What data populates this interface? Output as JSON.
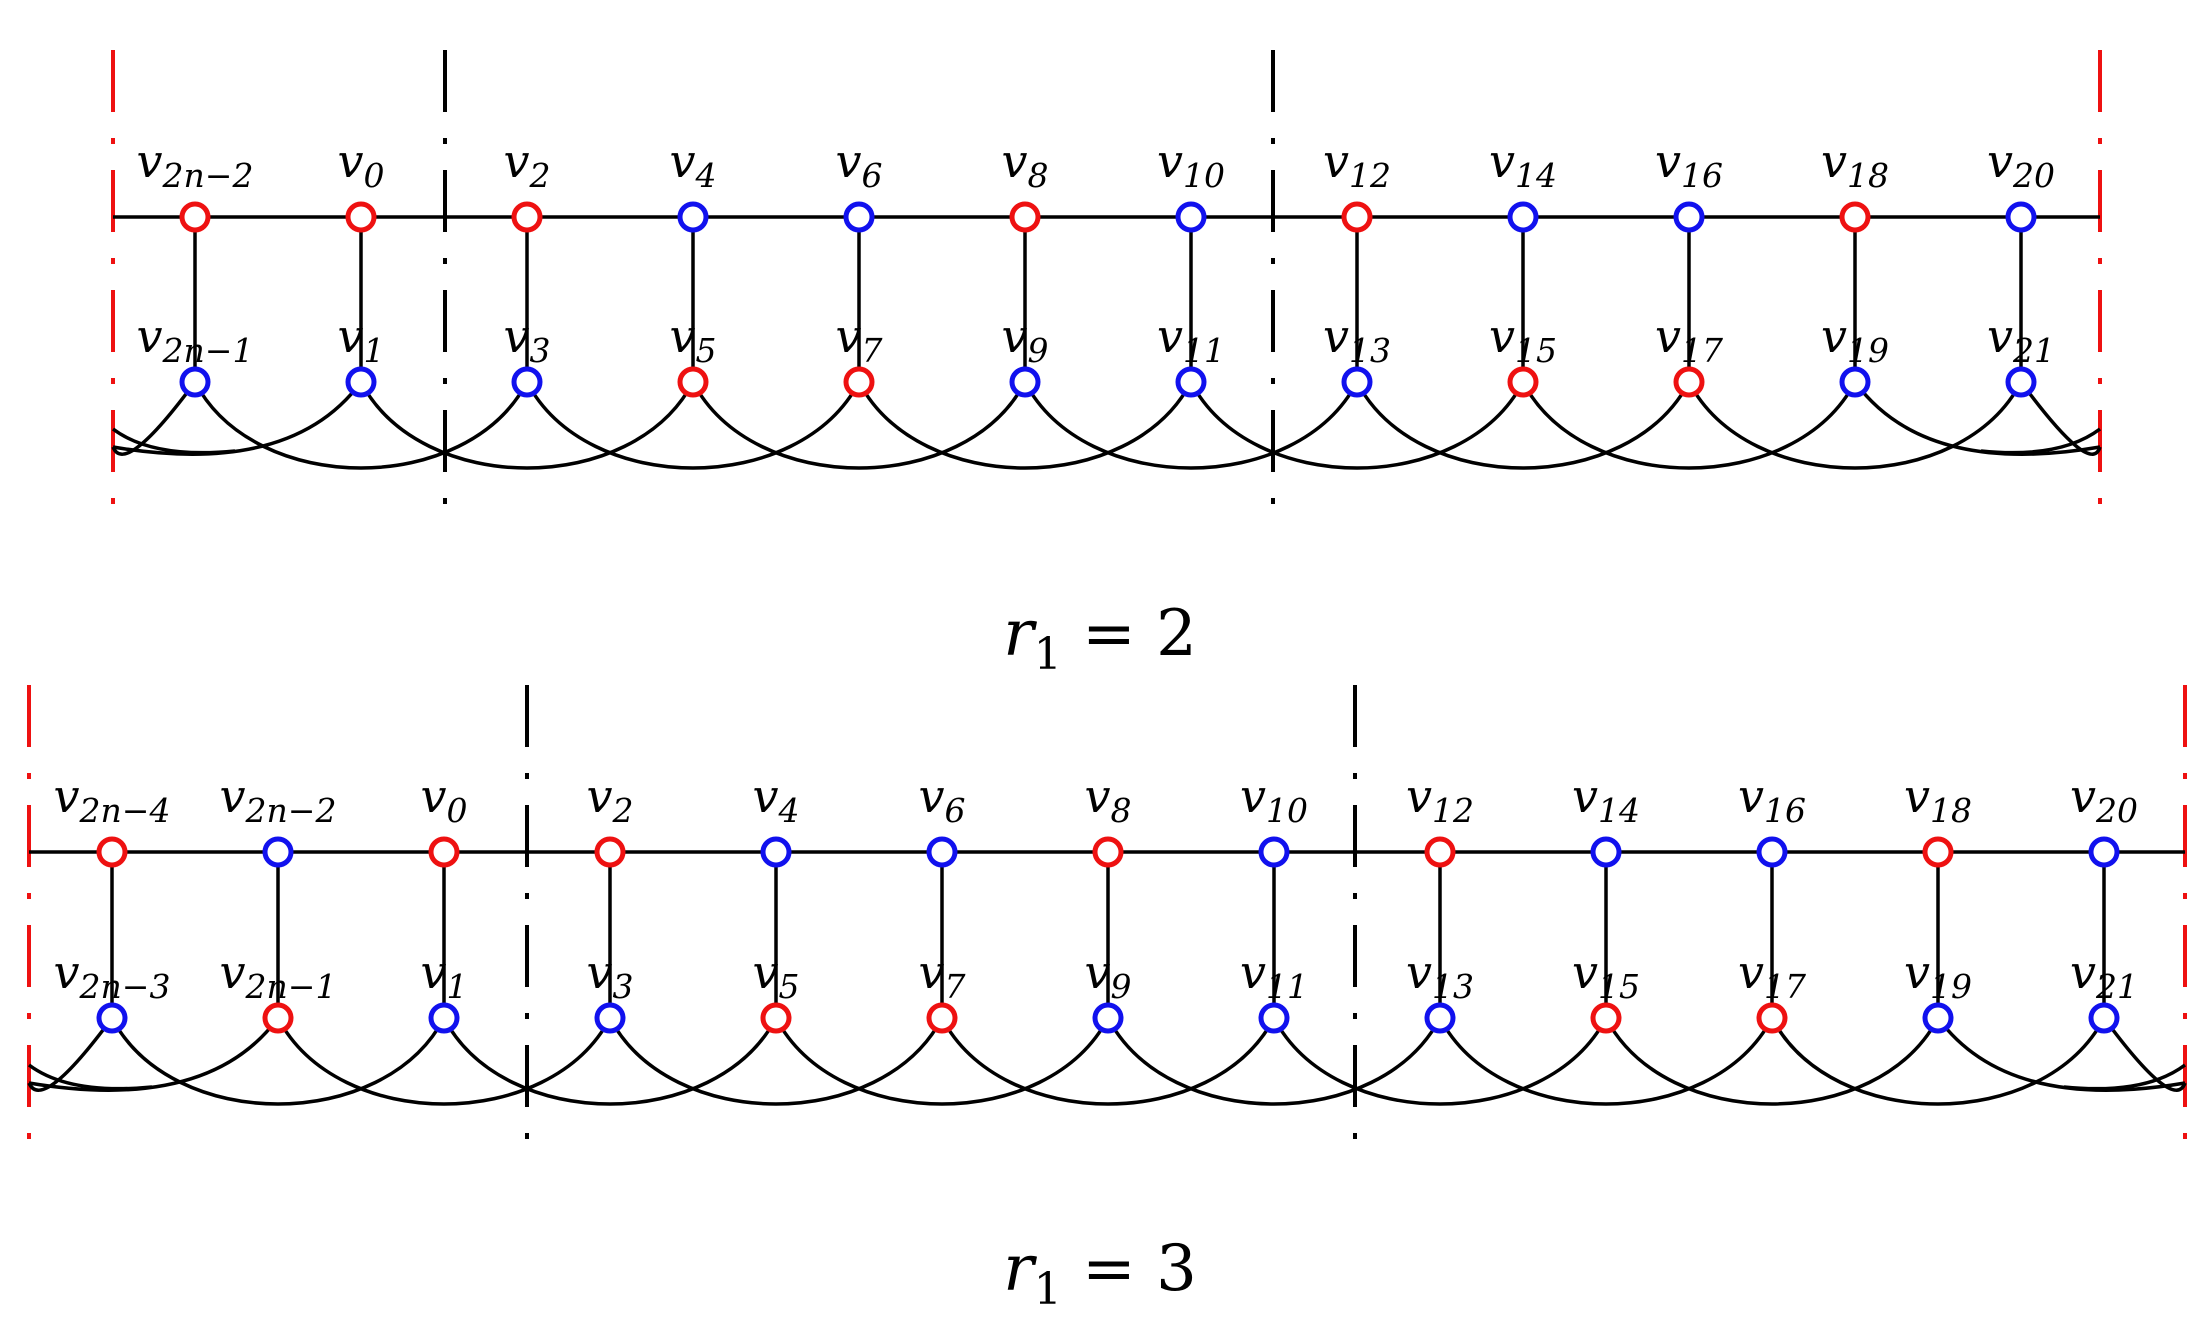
{
  "colors": {
    "red": "#ee1111",
    "blue": "#1111ee",
    "edge": "#000000"
  },
  "panels": [
    {
      "caption": {
        "var": "r",
        "sub": "1",
        "rest": " = 2"
      },
      "top": [
        {
          "base": "v",
          "sub": "2n−2",
          "color": "red"
        },
        {
          "base": "v",
          "sub": "0",
          "color": "red"
        },
        {
          "base": "v",
          "sub": "2",
          "color": "red"
        },
        {
          "base": "v",
          "sub": "4",
          "color": "blue"
        },
        {
          "base": "v",
          "sub": "6",
          "color": "blue"
        },
        {
          "base": "v",
          "sub": "8",
          "color": "red"
        },
        {
          "base": "v",
          "sub": "10",
          "color": "blue"
        },
        {
          "base": "v",
          "sub": "12",
          "color": "red"
        },
        {
          "base": "v",
          "sub": "14",
          "color": "blue"
        },
        {
          "base": "v",
          "sub": "16",
          "color": "blue"
        },
        {
          "base": "v",
          "sub": "18",
          "color": "red"
        },
        {
          "base": "v",
          "sub": "20",
          "color": "blue"
        }
      ],
      "bottom": [
        {
          "base": "v",
          "sub": "2n−1",
          "color": "blue"
        },
        {
          "base": "v",
          "sub": "1",
          "color": "blue"
        },
        {
          "base": "v",
          "sub": "3",
          "color": "blue"
        },
        {
          "base": "v",
          "sub": "5",
          "color": "red"
        },
        {
          "base": "v",
          "sub": "7",
          "color": "red"
        },
        {
          "base": "v",
          "sub": "9",
          "color": "blue"
        },
        {
          "base": "v",
          "sub": "11",
          "color": "blue"
        },
        {
          "base": "v",
          "sub": "13",
          "color": "blue"
        },
        {
          "base": "v",
          "sub": "15",
          "color": "red"
        },
        {
          "base": "v",
          "sub": "17",
          "color": "red"
        },
        {
          "base": "v",
          "sub": "19",
          "color": "blue"
        },
        {
          "base": "v",
          "sub": "21",
          "color": "blue"
        }
      ]
    },
    {
      "caption": {
        "var": "r",
        "sub": "1",
        "rest": " = 3"
      },
      "top": [
        {
          "base": "v",
          "sub": "2n−4",
          "color": "red"
        },
        {
          "base": "v",
          "sub": "2n−2",
          "color": "blue"
        },
        {
          "base": "v",
          "sub": "0",
          "color": "red"
        },
        {
          "base": "v",
          "sub": "2",
          "color": "red"
        },
        {
          "base": "v",
          "sub": "4",
          "color": "blue"
        },
        {
          "base": "v",
          "sub": "6",
          "color": "blue"
        },
        {
          "base": "v",
          "sub": "8",
          "color": "red"
        },
        {
          "base": "v",
          "sub": "10",
          "color": "blue"
        },
        {
          "base": "v",
          "sub": "12",
          "color": "red"
        },
        {
          "base": "v",
          "sub": "14",
          "color": "blue"
        },
        {
          "base": "v",
          "sub": "16",
          "color": "blue"
        },
        {
          "base": "v",
          "sub": "18",
          "color": "red"
        },
        {
          "base": "v",
          "sub": "20",
          "color": "blue"
        }
      ],
      "bottom": [
        {
          "base": "v",
          "sub": "2n−3",
          "color": "blue"
        },
        {
          "base": "v",
          "sub": "2n−1",
          "color": "red"
        },
        {
          "base": "v",
          "sub": "1",
          "color": "blue"
        },
        {
          "base": "v",
          "sub": "3",
          "color": "blue"
        },
        {
          "base": "v",
          "sub": "5",
          "color": "red"
        },
        {
          "base": "v",
          "sub": "7",
          "color": "red"
        },
        {
          "base": "v",
          "sub": "9",
          "color": "blue"
        },
        {
          "base": "v",
          "sub": "11",
          "color": "blue"
        },
        {
          "base": "v",
          "sub": "13",
          "color": "blue"
        },
        {
          "base": "v",
          "sub": "15",
          "color": "red"
        },
        {
          "base": "v",
          "sub": "17",
          "color": "red"
        },
        {
          "base": "v",
          "sub": "19",
          "color": "blue"
        },
        {
          "base": "v",
          "sub": "21",
          "color": "blue"
        }
      ]
    }
  ]
}
